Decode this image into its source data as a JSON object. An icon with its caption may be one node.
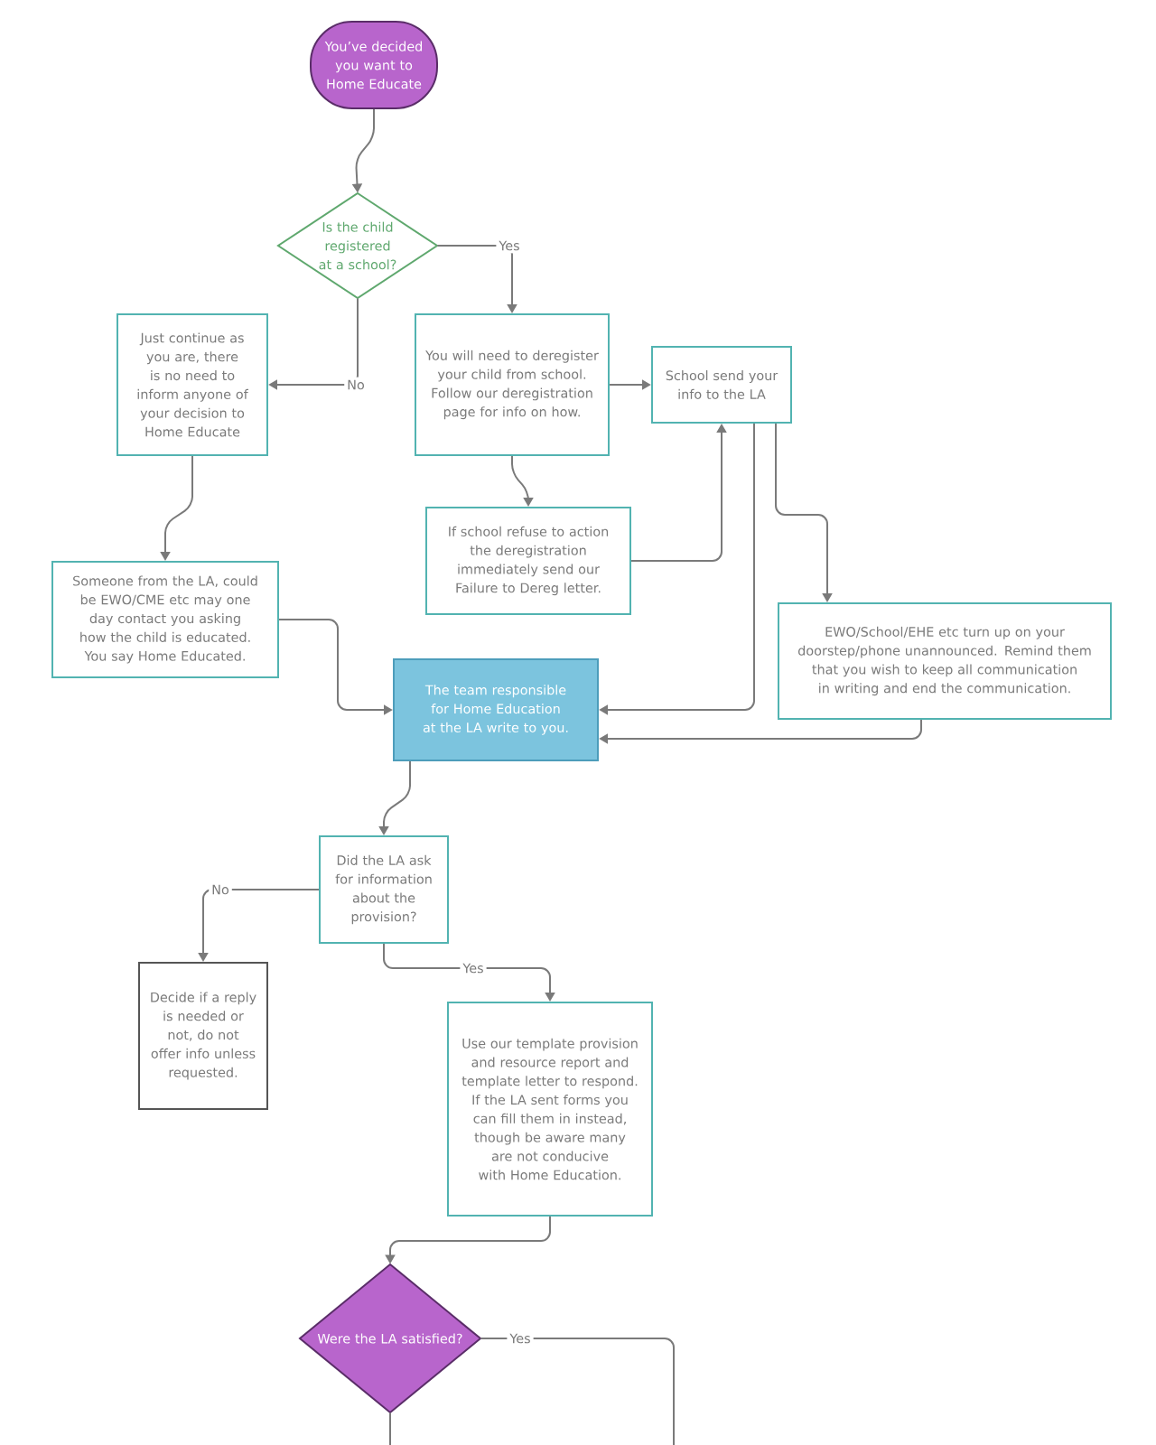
{
  "diagram": {
    "nodes": [
      {
        "text": [
          "You’ve decided you want to Home Educate"
        ]
      },
      {
        "text": [
          "Is the child registered at a school?"
        ]
      },
      {
        "text": [
          "Just continue as you are, there is no need to inform anyone of your decision to Home Educate"
        ]
      },
      {
        "text": [
          "You will need to deregister your child from school. Follow our deregistration page for info on how."
        ]
      },
      {
        "text": [
          "School send your info to the LA"
        ]
      },
      {
        "text": [
          "If school refuse to action the deregistration immediately send our Failure to Dereg letter."
        ]
      },
      {
        "text": [
          "Someone from the LA, could be EWO/CME etc may one day contact you asking how the child is educated. You say Home Educated."
        ]
      },
      {
        "text": [
          "EWO/School/EHE etc turn up on your doorstep/phone unannounced. Remind them that you wish to keep all communication in writing and end the communication."
        ]
      },
      {
        "text": [
          "The team responsible for Home Education at the LA write to you."
        ]
      },
      {
        "text": [
          "Did the LA ask for information about the provision?"
        ]
      },
      {
        "text": [
          "Decide if a reply is needed or not, do not offer info unless requested."
        ]
      },
      {
        "text": [
          "Use our template provision and resource report and template letter to respond.",
          "If the LA sent forms you can fill them in instead, though be aware many are not conducive with Home Education."
        ]
      },
      {
        "text": [
          "Were the LA satisfied?"
        ]
      }
    ],
    "edges": [
      {
        "from": 0,
        "to": 1,
        "arrow": "to"
      },
      {
        "from": 1,
        "to": 3,
        "arrow": "to",
        "label": "Yes"
      },
      {
        "from": 1,
        "to": 2,
        "arrow": "to",
        "label": "No"
      },
      {
        "from": 3,
        "to": 4,
        "arrow": "to"
      },
      {
        "from": 3,
        "to": 5,
        "arrow": "to"
      },
      {
        "from": 5,
        "to": 4,
        "arrow": "to"
      },
      {
        "from": 2,
        "to": 6,
        "arrow": "to"
      },
      {
        "from": 6,
        "to": 8,
        "arrow": "to"
      },
      {
        "from": 4,
        "to": 8,
        "arrow": "to"
      },
      {
        "from": 4,
        "to": 7,
        "arrow": "to"
      },
      {
        "from": 7,
        "to": 8,
        "arrow": "to"
      },
      {
        "from": 8,
        "to": 9,
        "arrow": "to"
      },
      {
        "from": 9,
        "to": 10,
        "arrow": "to",
        "label": "No"
      },
      {
        "from": 9,
        "to": 11,
        "arrow": "to",
        "label": "Yes"
      },
      {
        "from": 11,
        "to": 12,
        "arrow": "to"
      },
      {
        "from": 12,
        "to": null,
        "arrow": "none",
        "label": "Yes"
      },
      {
        "from": 12,
        "to": null,
        "arrow": "none"
      }
    ]
  }
}
